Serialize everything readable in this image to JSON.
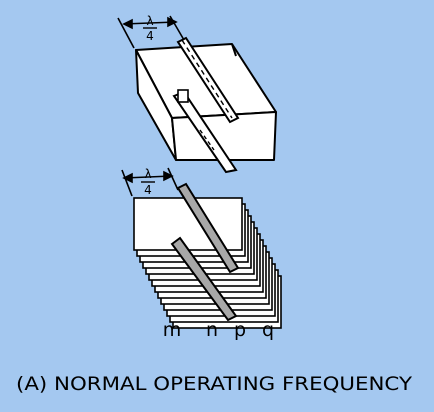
{
  "colors": {
    "background": "#a4c8f0",
    "line": "#000000",
    "paper": "#ffffff",
    "strip": "#a8a8a8"
  },
  "labels": {
    "lambda": "λ",
    "four": "4",
    "m": "m",
    "n": "n",
    "p": "p",
    "q": "q",
    "caption": "(A) NORMAL OPERATING FREQUENCY"
  }
}
